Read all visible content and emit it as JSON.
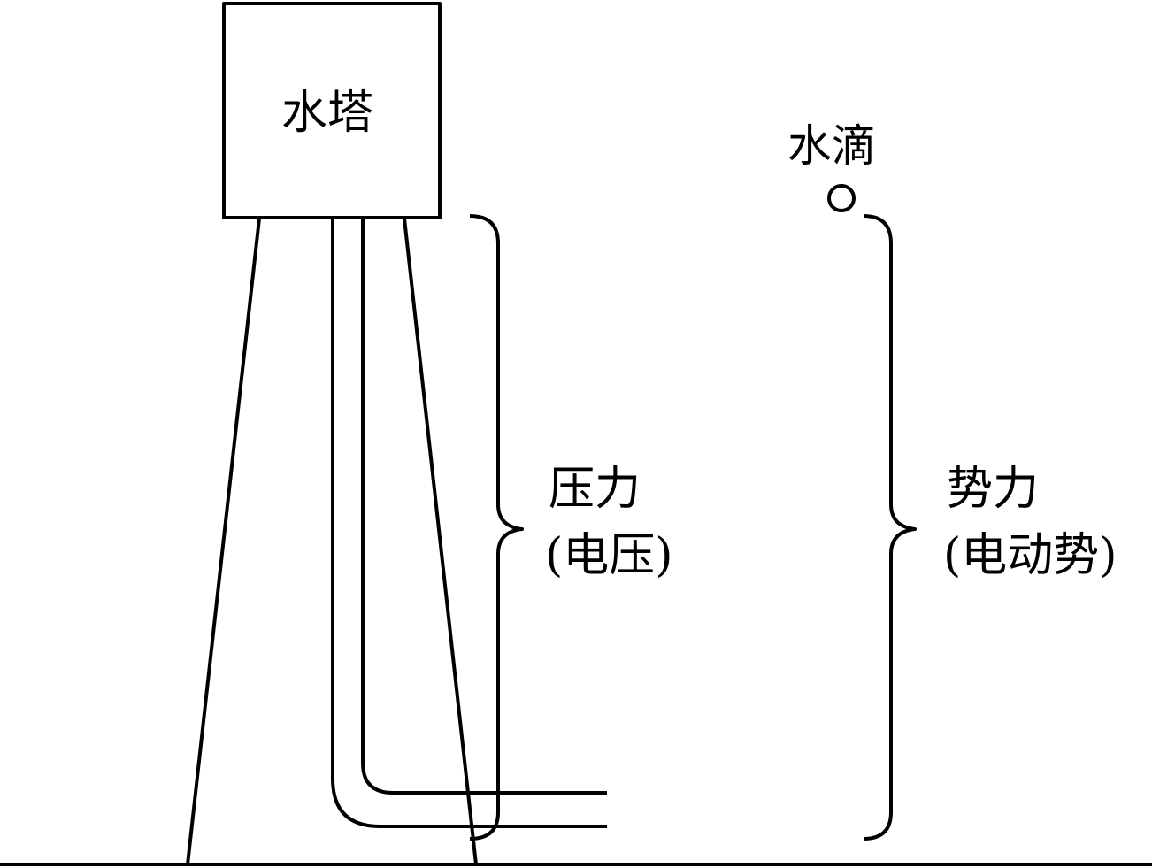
{
  "labels": {
    "tower": "水塔",
    "drop": "水滴",
    "pressure": "压力",
    "pressure_sub": "(电压)",
    "potential": "势力",
    "potential_sub": "(电动势)"
  },
  "colors": {
    "stroke": "#000000",
    "background": "#ffffff"
  }
}
